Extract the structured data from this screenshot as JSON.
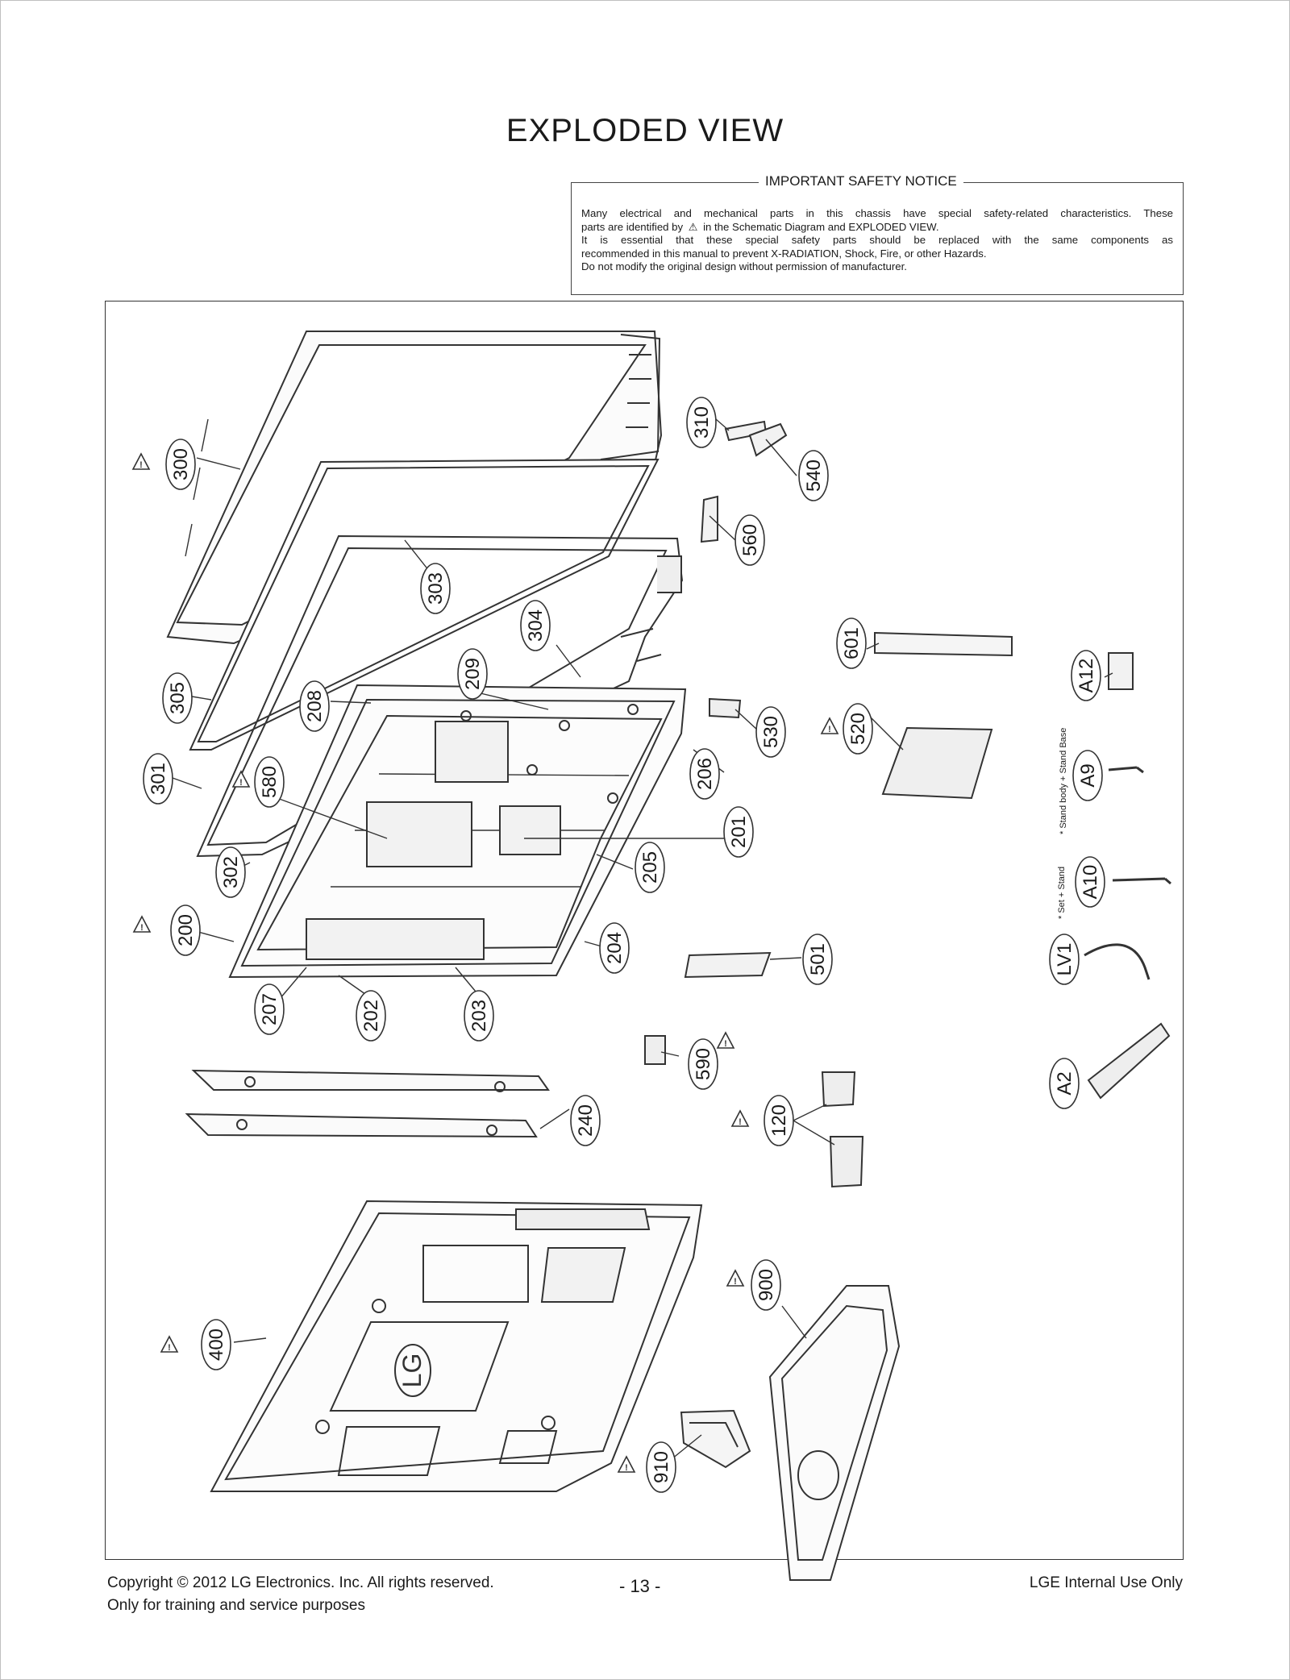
{
  "title": "EXPLODED VIEW",
  "notice": {
    "heading": "IMPORTANT SAFETY NOTICE",
    "line1": "Many electrical and mechanical parts in this chassis have special safety-related characteristics. These",
    "line2a": "parts are identified by",
    "line2b": "in the Schematic Diagram and EXPLODED VIEW.",
    "line3": "It is essential that these special safety parts should be replaced with the same components as",
    "line4": "recommended in this manual to prevent X-RADIATION, Shock, Fire, or other Hazards.",
    "line5": "Do not modify the original design without permission of manufacturer."
  },
  "parts": {
    "p300": "300",
    "p310": "310",
    "p540": "540",
    "p560": "560",
    "p303": "303",
    "p304": "304",
    "p305": "305",
    "p209": "209",
    "p208": "208",
    "p601": "601",
    "p530": "530",
    "p520": "520",
    "pA12": "A12",
    "p301": "301",
    "p580": "580",
    "p206": "206",
    "p201": "201",
    "p205": "205",
    "p302": "302",
    "p200": "200",
    "p204": "204",
    "p501": "501",
    "p207": "207",
    "p202": "202",
    "p203": "203",
    "p590": "590",
    "p240": "240",
    "p120": "120",
    "pA9": "A9",
    "pA10": "A10",
    "pLV1": "LV1",
    "pA2": "A2",
    "p900": "900",
    "p400": "400",
    "p910": "910"
  },
  "notes": {
    "stand_body": "* Stand body + Stand Base",
    "set_stand": "* Set + Stand"
  },
  "brand_logo": "LG",
  "footer": {
    "copyright": "Copyright  © 2012  LG Electronics. Inc. All rights reserved.",
    "purpose": "Only for training and service purposes",
    "page_number": "- 13 -",
    "internal": "LGE Internal Use Only"
  }
}
